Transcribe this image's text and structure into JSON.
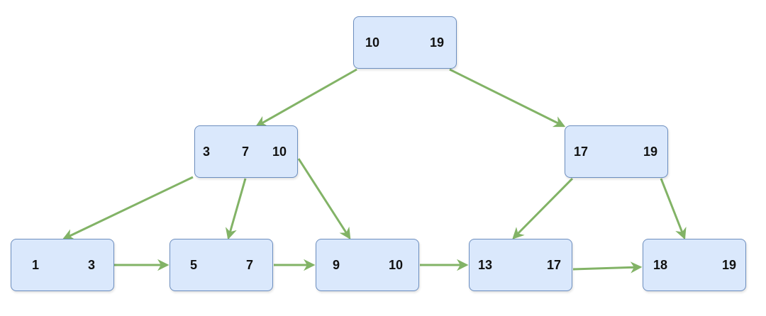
{
  "diagram": {
    "colors": {
      "node_fill": "#dae8fc",
      "node_border": "#6c8ebf",
      "edge": "#82b366",
      "text": "#111111"
    },
    "nodes": {
      "root": {
        "keys": [
          "10",
          "19"
        ]
      },
      "internal_left": {
        "keys": [
          "3",
          "7",
          "10"
        ]
      },
      "internal_right": {
        "keys": [
          "17",
          "19"
        ]
      },
      "leaf_1": {
        "keys": [
          "1",
          "3"
        ]
      },
      "leaf_2": {
        "keys": [
          "5",
          "7"
        ]
      },
      "leaf_3": {
        "keys": [
          "9",
          "10"
        ]
      },
      "leaf_4": {
        "keys": [
          "13",
          "17"
        ]
      },
      "leaf_5": {
        "keys": [
          "18",
          "19"
        ]
      }
    }
  }
}
